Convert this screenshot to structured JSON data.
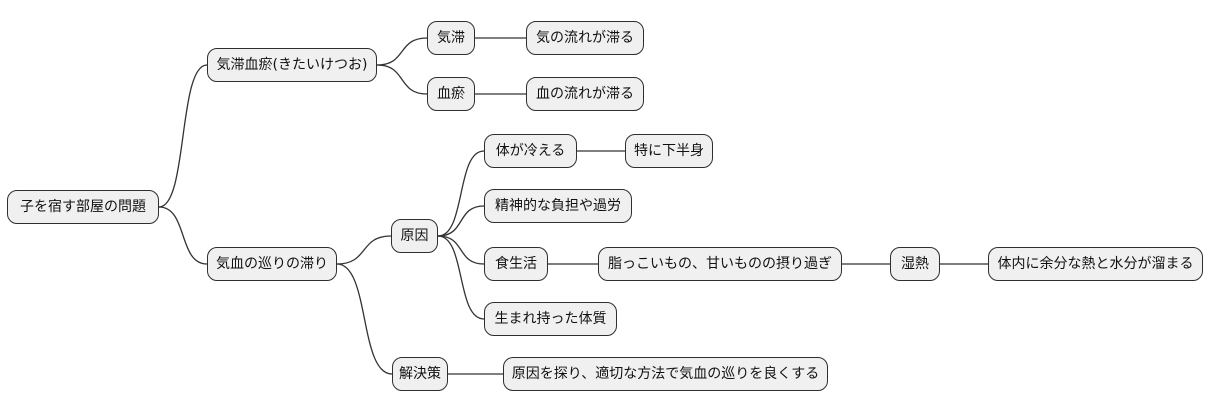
{
  "diagram": {
    "type": "mindmap",
    "background": "#ffffff",
    "node_fill": "#f0f0f0",
    "node_border": "#2f2f2f",
    "edge_color": "#333333",
    "text_color": "#111111"
  },
  "tree": {
    "label": "子を宿す部屋の問題",
    "children": [
      {
        "label": "気滞血瘀(きたいけつお)",
        "children": [
          {
            "label": "気滞",
            "children": [
              {
                "label": "気の流れが滞る",
                "children": []
              }
            ]
          },
          {
            "label": "血瘀",
            "children": [
              {
                "label": "血の流れが滞る",
                "children": []
              }
            ]
          }
        ]
      },
      {
        "label": "気血の巡りの滞り",
        "children": [
          {
            "label": "原因",
            "children": [
              {
                "label": "体が冷える",
                "children": [
                  {
                    "label": "特に下半身",
                    "children": []
                  }
                ]
              },
              {
                "label": "精神的な負担や過労",
                "children": []
              },
              {
                "label": "食生活",
                "children": [
                  {
                    "label": "脂っこいもの、甘いものの摂り過ぎ",
                    "children": [
                      {
                        "label": "湿熱",
                        "children": [
                          {
                            "label": "体内に余分な熱と水分が溜まる",
                            "children": []
                          }
                        ]
                      }
                    ]
                  }
                ]
              },
              {
                "label": "生まれ持った体質",
                "children": []
              }
            ]
          },
          {
            "label": "解決策",
            "children": [
              {
                "label": "原因を探り、適切な方法で気血の巡りを良くする",
                "children": []
              }
            ]
          }
        ]
      }
    ]
  }
}
